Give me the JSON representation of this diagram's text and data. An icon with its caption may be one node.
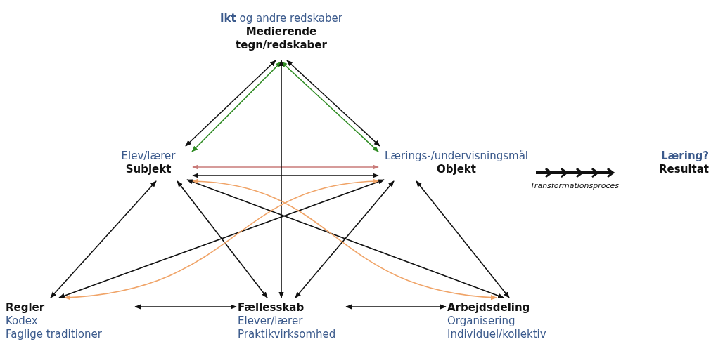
{
  "diagram": {
    "nodes": [
      {
        "text": [
          "**Ikt** og andre redskaber",
          "Medierende tegn/redskaber"
        ]
      },
      {
        "text": [
          "Elev/lærer",
          "Subjekt"
        ]
      },
      {
        "text": [
          "Lærings-/undervisningsmål",
          "Objekt"
        ]
      },
      {
        "text": [
          "Læring?",
          "Resultat"
        ]
      },
      {
        "text": [
          "Regler",
          "Kodex",
          "Faglige traditioner"
        ]
      },
      {
        "text": [
          "Fællesskab",
          "Elever/lærer",
          "Praktikvirksomhed"
        ]
      },
      {
        "text": [
          "Arbejdsdeling",
          "Organisering",
          "Individuel/kollektiv"
        ]
      }
    ],
    "edges": [
      {
        "from": 0,
        "to": 1,
        "arrow": "both"
      },
      {
        "from": 0,
        "to": 2,
        "arrow": "both"
      },
      {
        "from": 0,
        "to": 1,
        "arrow": "both",
        "color": "#2e8b22"
      },
      {
        "from": 0,
        "to": 2,
        "arrow": "both",
        "color": "#2e8b22"
      },
      {
        "from": 1,
        "to": 2,
        "arrow": "both",
        "color": "#c97a78"
      },
      {
        "from": 1,
        "to": 2,
        "arrow": "both"
      },
      {
        "from": 0,
        "to": 5,
        "arrow": "both"
      },
      {
        "from": 2,
        "to": 3,
        "arrow": "to",
        "label": "Transformationsproces",
        "style": "thick"
      },
      {
        "from": 1,
        "to": 4,
        "arrow": "both"
      },
      {
        "from": 1,
        "to": 5,
        "arrow": "both"
      },
      {
        "from": 1,
        "to": 6,
        "arrow": "both"
      },
      {
        "from": 2,
        "to": 4,
        "arrow": "both"
      },
      {
        "from": 2,
        "to": 5,
        "arrow": "both"
      },
      {
        "from": 2,
        "to": 6,
        "arrow": "both"
      },
      {
        "from": 1,
        "to": 6,
        "arrow": "both",
        "color": "#f0a468"
      },
      {
        "from": 2,
        "to": 4,
        "arrow": "both",
        "color": "#f0a468"
      },
      {
        "from": 4,
        "to": 5,
        "arrow": "both"
      },
      {
        "from": 5,
        "to": 6,
        "arrow": "both"
      }
    ]
  }
}
